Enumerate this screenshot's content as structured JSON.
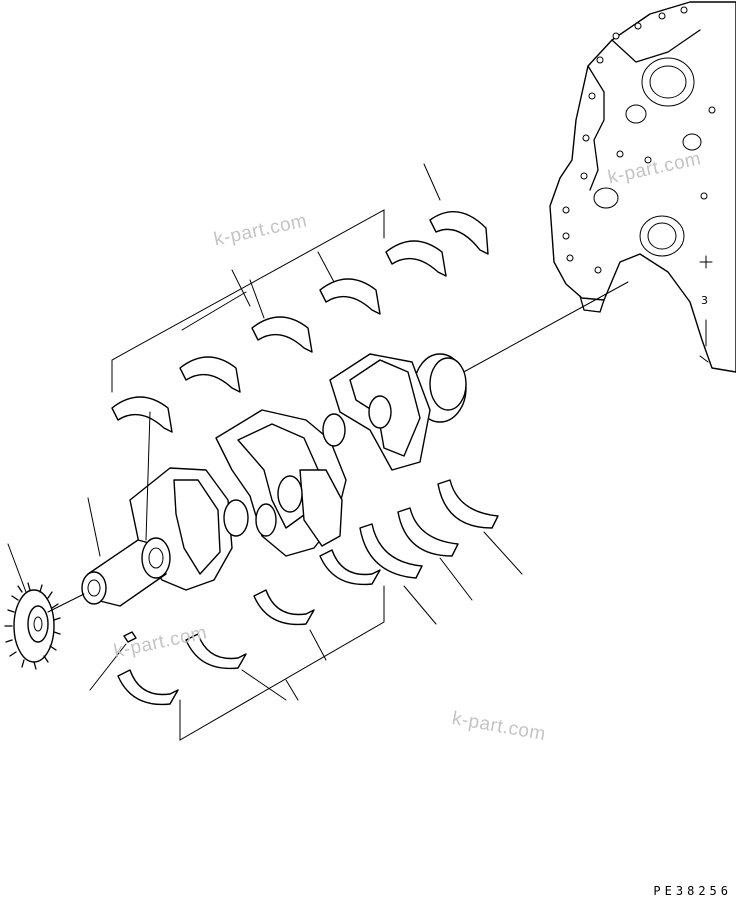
{
  "watermarks": [
    "k-part.com",
    "k-part.com",
    "k-part.com",
    "k-part.com"
  ],
  "drawing_code": "PE38256",
  "block_label": "3"
}
